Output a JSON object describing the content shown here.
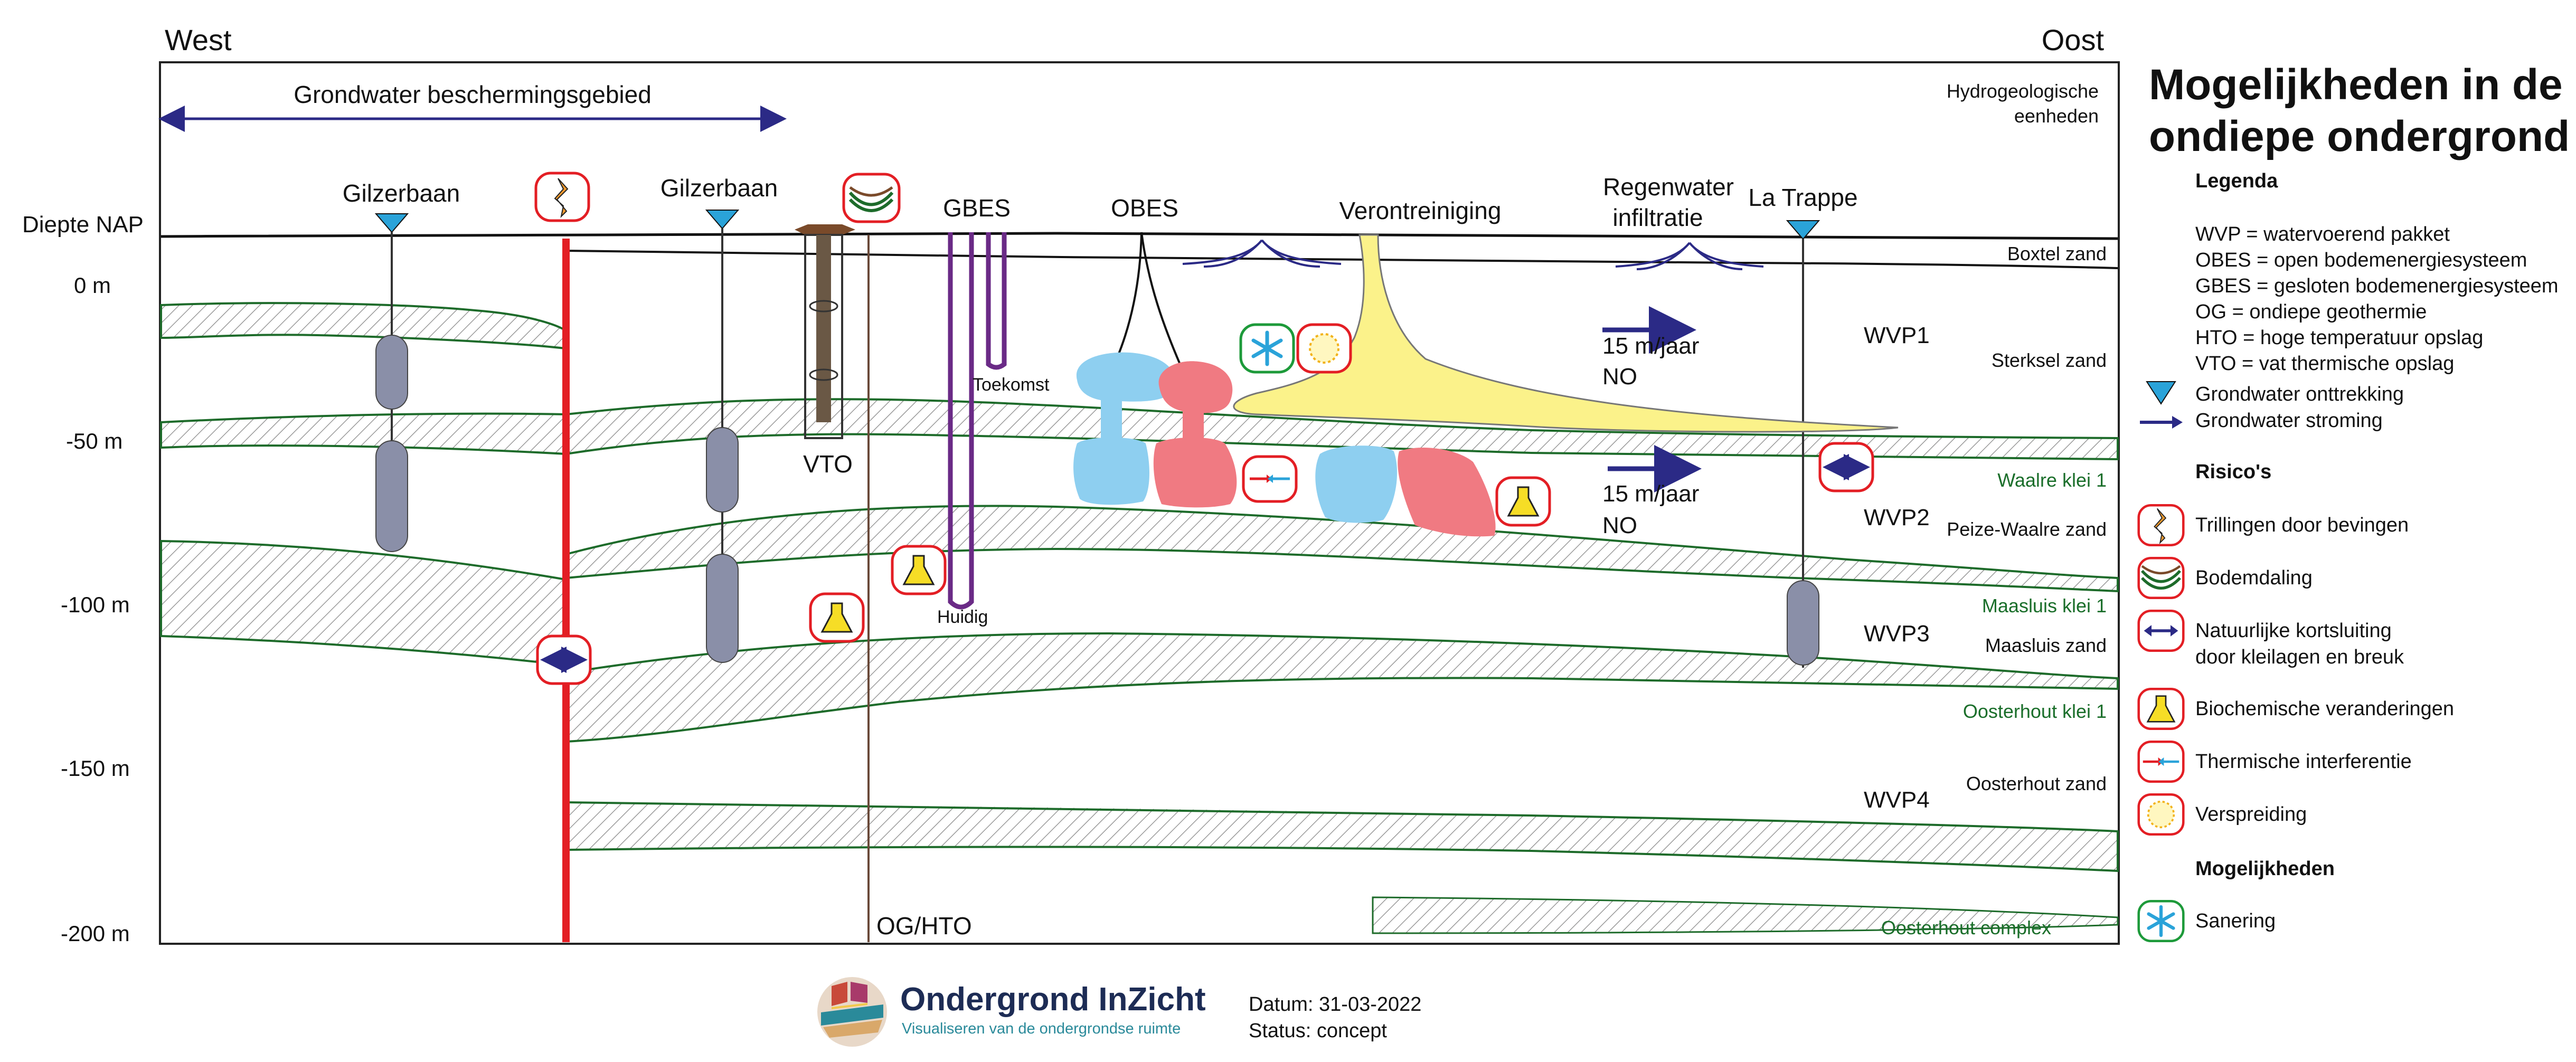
{
  "header": {
    "west": "West",
    "oost": "Oost"
  },
  "top_labels": {
    "protection_zone": "Grondwater beschermingsgebied",
    "hydro_units": [
      "Hydrogeologische",
      "eenheden"
    ],
    "depth_nap": "Diepte NAP",
    "gilzerbaan_1": "Gilzerbaan",
    "gilzerbaan_2": "Gilzerbaan",
    "gbes": "GBES",
    "obes": "OBES",
    "verontreiniging": "Verontreiniging",
    "regenwater": [
      "Regenwater",
      "infiltratie"
    ],
    "la_trappe": "La Trappe"
  },
  "depth_ticks": [
    "0 m",
    "-50 m",
    "-100 m",
    "-150 m",
    "-200 m"
  ],
  "units_right": {
    "boxtel": "Boxtel zand",
    "sterksel": "Sterksel zand",
    "waalre": "Waalre klei 1",
    "peize": "Peize-Waalre zand",
    "maasluis_klei": "Maasluis klei 1",
    "maasluis_zand": "Maasluis zand",
    "oosterhout_klei": "Oosterhout klei 1",
    "oosterhout_zand": "Oosterhout zand",
    "oosterhout_complex": "Oosterhout complex"
  },
  "wvp": {
    "wvp1": "WVP1",
    "wvp2": "WVP2",
    "wvp3": "WVP3",
    "wvp4": "WVP4"
  },
  "flow": {
    "upper": {
      "rate": "15 m/jaar",
      "dir": "NO"
    },
    "lower": {
      "rate": "15 m/jaar",
      "dir": "NO"
    }
  },
  "system_labels": {
    "vto": "VTO",
    "toekomst": "Toekomst",
    "huidig": "Huidig",
    "og_hto": "OG/HTO"
  },
  "legend": {
    "title_line1": "Mogelijkheden in de",
    "title_line2": "ondiepe ondergrond",
    "legenda": "Legenda",
    "abbreviations": [
      "WVP = watervoerend pakket",
      "OBES = open bodemenergiesysteem",
      "GBES = gesloten bodemenergiesysteem",
      "OG = ondiepe geothermie",
      "HTO = hoge temperatuur opslag",
      "VTO = vat thermische opslag"
    ],
    "onttrekking": "Grondwater onttrekking",
    "stroming": "Grondwater stroming",
    "risicos": "Risico's",
    "risks": {
      "trillingen": "Trillingen door bevingen",
      "bodemdaling": "Bodemdaling",
      "kortsluiting": [
        "Natuurlijke kortsluiting",
        "door kleilagen en breuk"
      ],
      "biochemisch": "Biochemische veranderingen",
      "thermisch": "Thermische interferentie",
      "verspreiding": "Verspreiding"
    },
    "mogelijkheden": "Mogelijkheden",
    "sanering": "Sanering"
  },
  "footer": {
    "brand": "Ondergrond InZicht",
    "tagline": "Visualiseren van de ondergrondse ruimte",
    "datum": "Datum: 31-03-2022",
    "status": "Status: concept"
  },
  "colors": {
    "clay_line": "#1d6b2a",
    "fault": "#e31e24",
    "well": "#8a8fa8",
    "flow_arrow": "#2b2a86",
    "obes_blue": "#8ecff0",
    "obes_red": "#f07a82",
    "plume": "#fbf28a",
    "accent_triangle": "#2aa3d9"
  }
}
